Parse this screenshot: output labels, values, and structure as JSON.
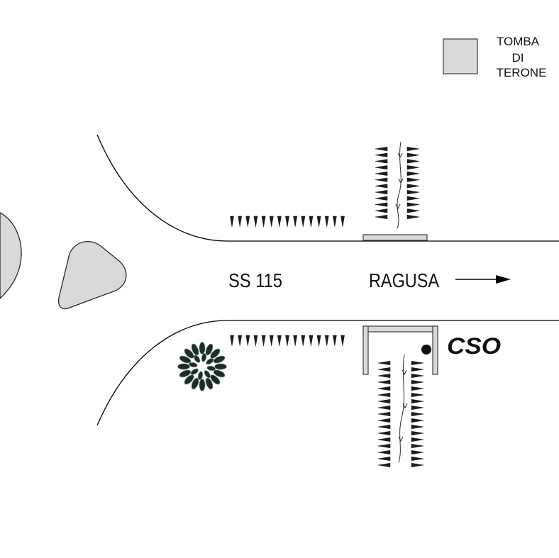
{
  "legend": {
    "label_lines": [
      "TOMBA",
      "DI",
      "TERONE"
    ],
    "swatch_icon": "tomb-swatch-icon"
  },
  "road": {
    "name": "SS 115",
    "destination": "RAGUSA",
    "direction_icon": "arrow-right-icon"
  },
  "site": {
    "label": "CSO",
    "marker_icon": "point-marker-icon"
  },
  "features": {
    "hedge_icon": "hedge-row-icon",
    "path_icon": "footpath-arrow-icon",
    "tree_icon": "tree-cluster-icon",
    "rock_icon": "rock-outcrop-icon"
  },
  "colors": {
    "line": "#000000",
    "structure_fill": "#d9d9d9",
    "tree_fill": "#1e2b27",
    "marker": "#111111"
  }
}
